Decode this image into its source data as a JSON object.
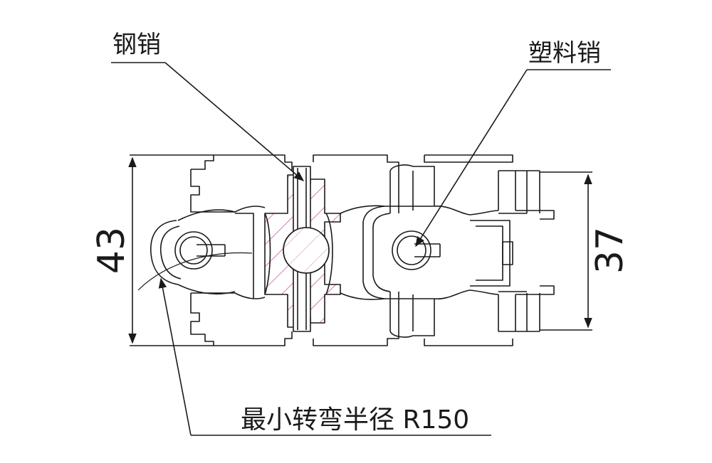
{
  "labels": {
    "steel_pin": "钢销",
    "plastic_pin": "塑料销",
    "min_turn_radius": "最小转弯半径 R150"
  },
  "dimensions": {
    "left_height": "43",
    "right_height": "37"
  },
  "colors": {
    "line": "#1a1a1a",
    "hatch": "#c8309a",
    "background": "#ffffff"
  }
}
